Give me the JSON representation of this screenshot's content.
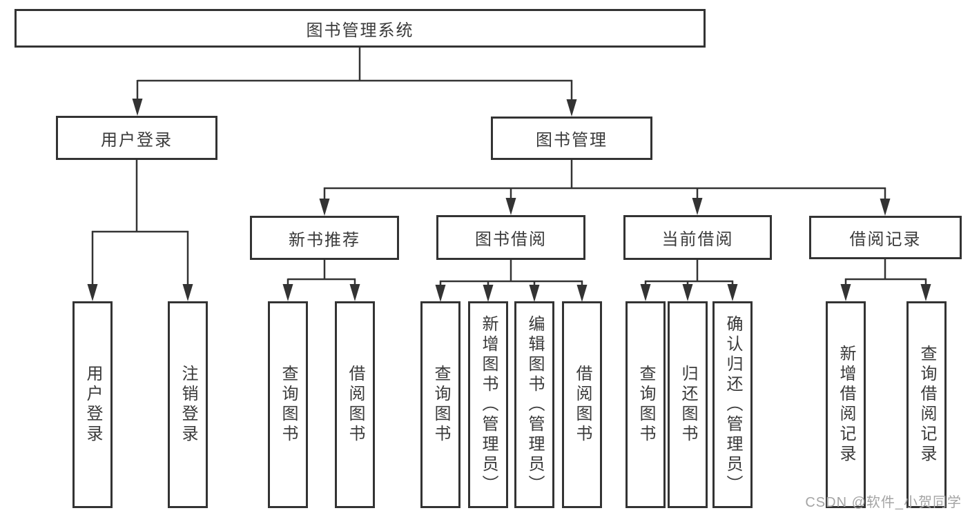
{
  "diagram_title": "图书管理系统",
  "colors": {
    "line": "#333333",
    "node_border": "#333333",
    "node_text": "#3a3a3a",
    "background": "#ffffff",
    "watermark": "#a4a4a4"
  },
  "nodes": {
    "root": {
      "label": "图书管理系统"
    },
    "level2": [
      {
        "label": "用户登录"
      },
      {
        "label": "图书管理"
      }
    ],
    "level3": [
      {
        "label": "新书推荐",
        "parent": "图书管理"
      },
      {
        "label": "图书借阅",
        "parent": "图书管理"
      },
      {
        "label": "当前借阅",
        "parent": "图书管理"
      },
      {
        "label": "借阅记录",
        "parent": "图书管理"
      }
    ],
    "leaves": [
      {
        "label": "用户登录",
        "parent": "用户登录"
      },
      {
        "label": "注销登录",
        "parent": "用户登录"
      },
      {
        "label": "查询图书",
        "parent": "新书推荐"
      },
      {
        "label": "借阅图书",
        "parent": "新书推荐"
      },
      {
        "label": "查询图书",
        "parent": "图书借阅"
      },
      {
        "label": "新增图书（管理员）",
        "parent": "图书借阅"
      },
      {
        "label": "编辑图书（管理员）",
        "parent": "图书借阅"
      },
      {
        "label": "借阅图书",
        "parent": "图书借阅"
      },
      {
        "label": "查询图书",
        "parent": "当前借阅"
      },
      {
        "label": "归还图书",
        "parent": "当前借阅"
      },
      {
        "label": "确认归还（管理员）",
        "parent": "当前借阅"
      },
      {
        "label": "新增借阅记录",
        "parent": "借阅记录"
      },
      {
        "label": "查询借阅记录",
        "parent": "借阅记录"
      }
    ]
  },
  "watermark": {
    "text": "CSDN @软件_小贺同学"
  }
}
